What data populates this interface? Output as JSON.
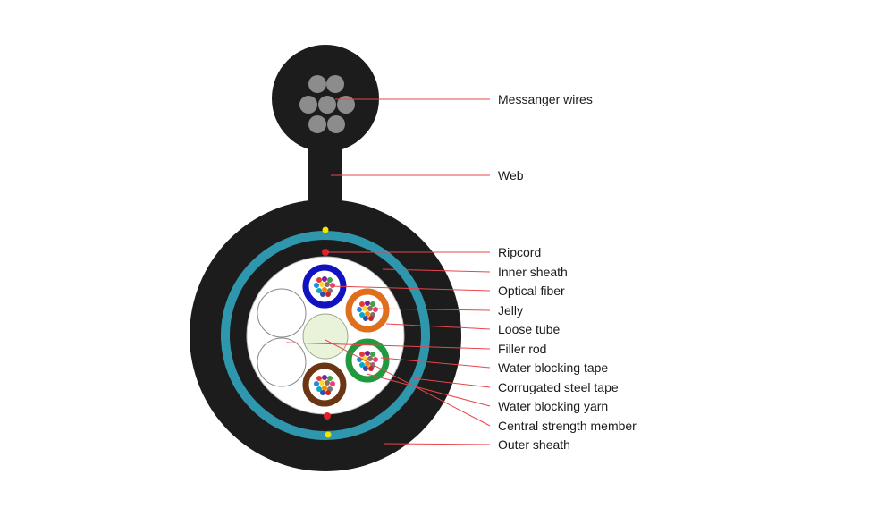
{
  "diagram": {
    "type": "cross-section",
    "subject": "figure-8 self-supporting optical cable",
    "colors": {
      "sheath": "#1c1c1c",
      "water_blocking_tape": "#2e97ad",
      "messenger_wire": "#8c8c8c",
      "leader_line": "#e7464b",
      "ripcord": "#e0202a",
      "tube_marker": "#f1e500",
      "tube_blue": "#1212c0",
      "tube_orange": "#df6f1c",
      "tube_green": "#1f9a3c",
      "tube_brown": "#6b3614",
      "central_member": "#e9f3d9"
    },
    "labels": [
      {
        "text": "Messanger wires"
      },
      {
        "text": "Web"
      },
      {
        "text": "Ripcord"
      },
      {
        "text": "Inner sheath"
      },
      {
        "text": "Optical fiber"
      },
      {
        "text": "Jelly"
      },
      {
        "text": "Loose tube"
      },
      {
        "text": "Filler rod"
      },
      {
        "text": "Water blocking tape"
      },
      {
        "text": "Corrugated steel tape"
      },
      {
        "text": "Water blocking yarn"
      },
      {
        "text": "Central strength member"
      },
      {
        "text": "Outer sheath"
      }
    ]
  }
}
